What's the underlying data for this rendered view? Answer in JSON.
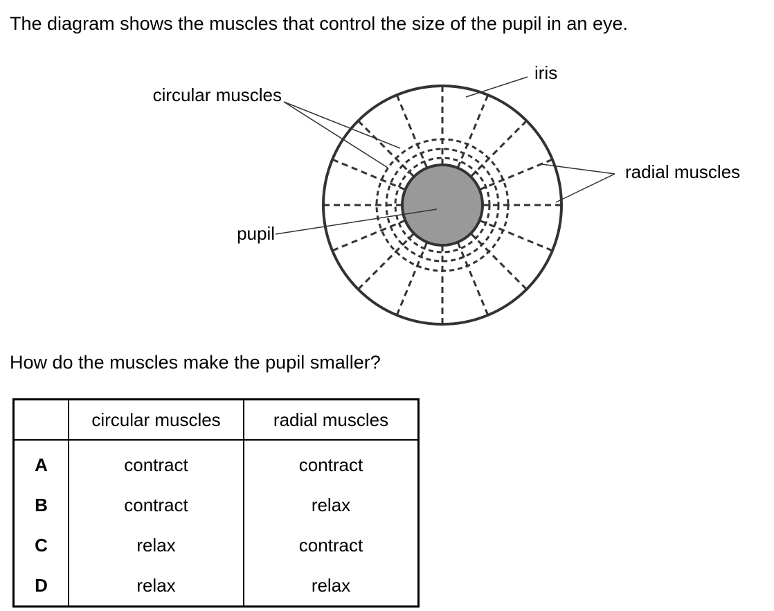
{
  "intro": "The diagram shows the muscles that control the size of the pupil in an eye.",
  "diagram": {
    "labels": {
      "iris": "iris",
      "circular_muscles": "circular muscles",
      "radial_muscles": "radial muscles",
      "pupil": "pupil"
    },
    "colors": {
      "pupil_fill": "#999999",
      "outline": "#333333"
    }
  },
  "question": "How do the muscles make the pupil smaller?",
  "table": {
    "headers": [
      "",
      "circular muscles",
      "radial muscles"
    ],
    "rows": [
      {
        "key": "A",
        "circular": "contract",
        "radial": "contract"
      },
      {
        "key": "B",
        "circular": "contract",
        "radial": "relax"
      },
      {
        "key": "C",
        "circular": "relax",
        "radial": "contract"
      },
      {
        "key": "D",
        "circular": "relax",
        "radial": "relax"
      }
    ]
  }
}
